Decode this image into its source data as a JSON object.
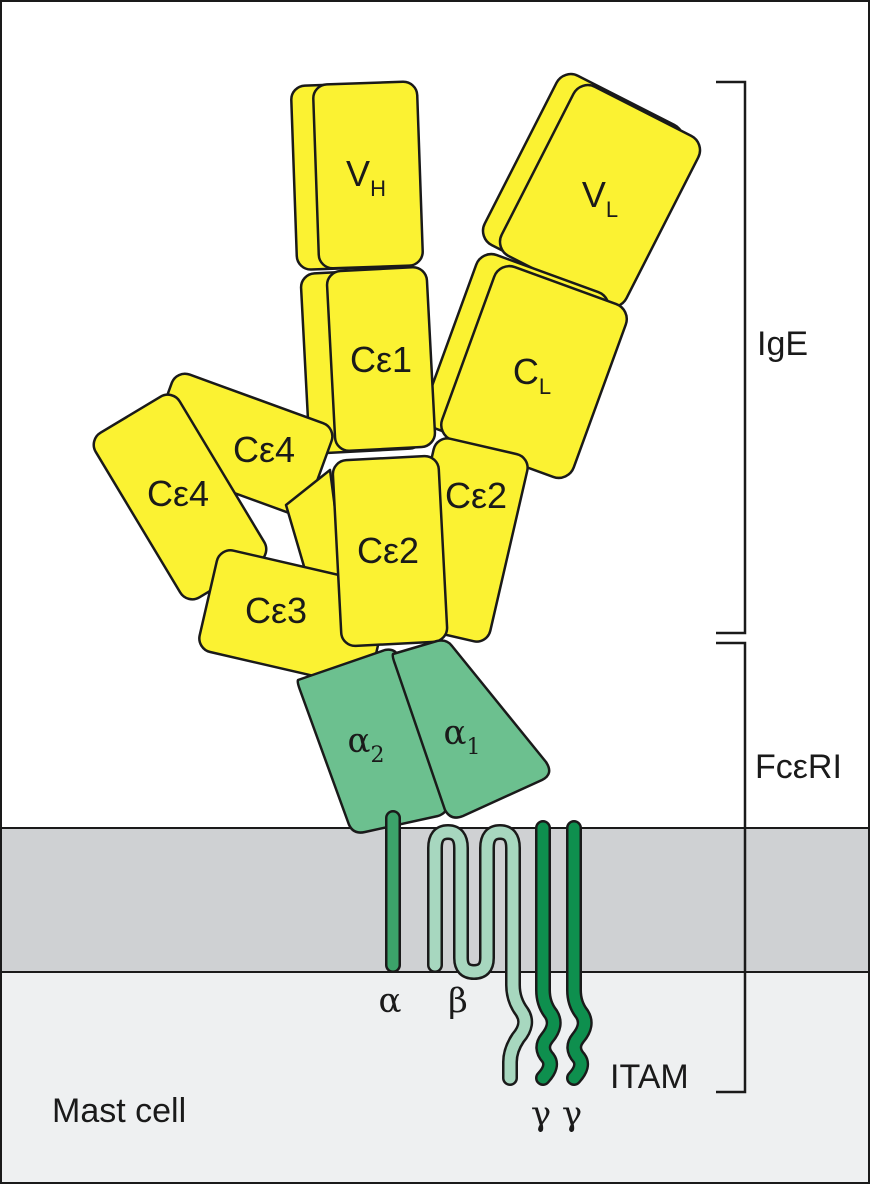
{
  "colors": {
    "ige_domain": "#fbf232",
    "ige_outline": "#1a1a1a",
    "alpha_domain": "#6cc08f",
    "beta_chain": "#a7d7bf",
    "gamma_chain": "#0e8f4e",
    "alpha_chain": "#3ca36a",
    "membrane": "#cfd1d3",
    "cytoplasm": "#eef0f1",
    "extracellular": "#ffffff"
  },
  "ige": {
    "vh": {
      "main": "V",
      "sub": "H"
    },
    "vl": {
      "main": "V",
      "sub": "L"
    },
    "ce1": {
      "main": "Cε1"
    },
    "cl": {
      "main": "C",
      "sub": "L"
    },
    "ce2_left": {
      "main": "Cε2"
    },
    "ce2_right": {
      "main": "Cε2"
    },
    "ce3": {
      "main": "Cε3"
    },
    "ce4_back": {
      "main": "Cε4"
    },
    "ce4_front": {
      "main": "Cε4"
    }
  },
  "receptor": {
    "alpha2": {
      "main": "α",
      "sub": "2"
    },
    "alpha1": {
      "main": "α",
      "sub": "1"
    },
    "chain_alpha": "α",
    "chain_beta": "β",
    "chain_gamma_1": "γ",
    "chain_gamma_2": "γ"
  },
  "brackets": {
    "ige_label": "IgE",
    "fceri_label": "FcεRI"
  },
  "labels": {
    "itam": "ITAM",
    "mast_cell": "Mast cell"
  }
}
